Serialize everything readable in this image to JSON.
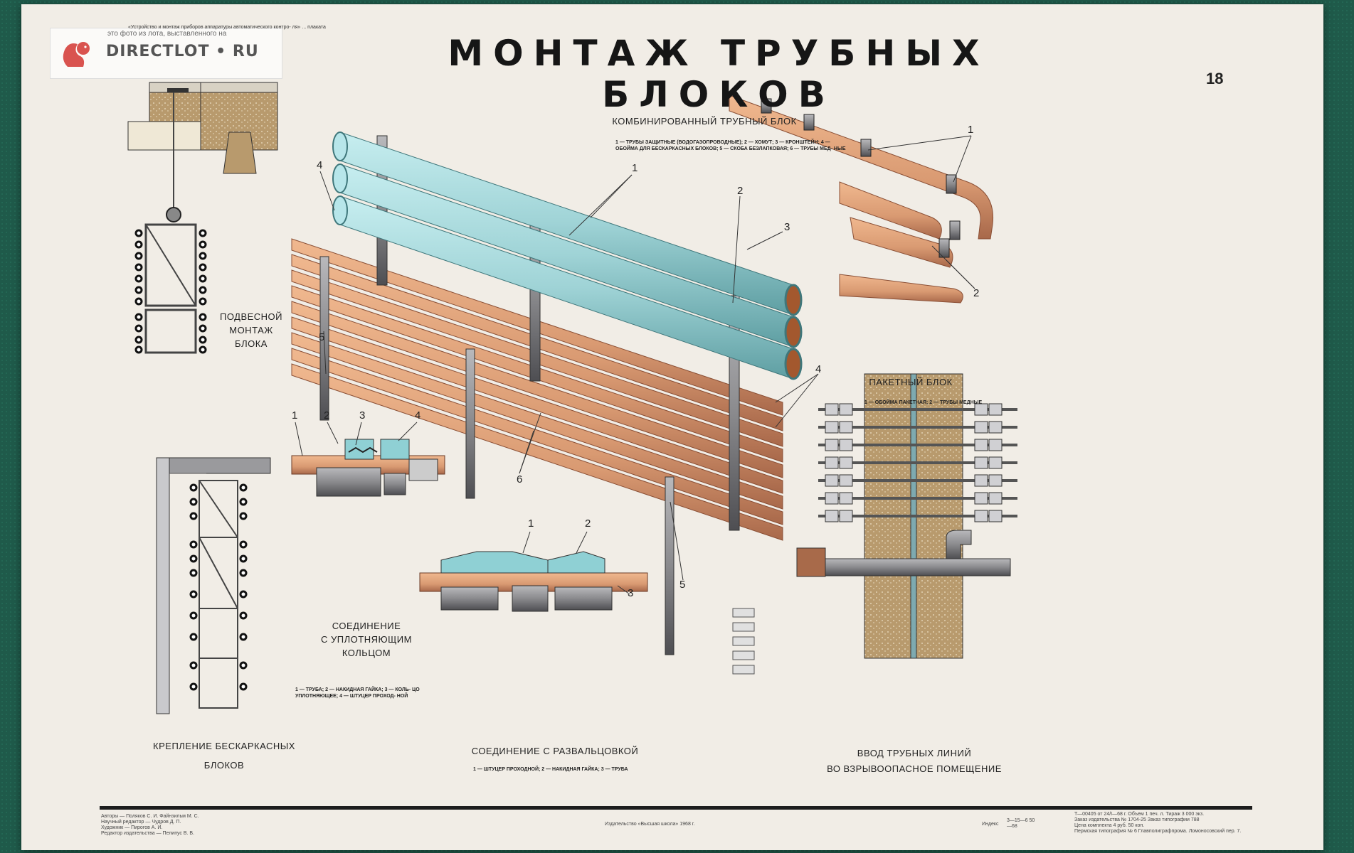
{
  "watermark": {
    "site": "DIRECTLOT • RU",
    "note": "это фото из лота, выставленного на"
  },
  "header_note": "«Устройство и монтаж приборов аппаратуры автоматического контро- ля» ... плаката",
  "title": "МОНТАЖ ТРУБНЫХ БЛОКОВ",
  "page_number": "18",
  "combined_block": {
    "caption": "КОМБИНИРОВАННЫЙ ТРУБНЫЙ БЛОК",
    "legend": "1 — ТРУБЫ ЗАЩИТНЫЕ (ВОДОГАЗОПРОВОДНЫЕ); 2 — ХОМУТ; 3 — КРОНШТЕЙН; 4 — ОБОЙМА ДЛЯ БЕСКАРКАСНЫХ БЛОКОВ; 5 — СКОБА БЕЗЛАПКОВАЯ; 6 — ТРУБЫ МЕД- НЫЕ",
    "callouts": [
      "1",
      "2",
      "3",
      "4",
      "4",
      "5",
      "5",
      "6"
    ]
  },
  "suspended": {
    "caption_lines": [
      "ПОДВЕСНОЙ",
      "МОНТАЖ",
      "БЛОКА"
    ]
  },
  "frameless": {
    "caption_lines": [
      "КРЕПЛЕНИЕ БЕСКАРКАСНЫХ",
      "БЛОКОВ"
    ]
  },
  "seal_joint": {
    "caption_lines": [
      "СОЕДИНЕНИЕ",
      "С УПЛОТНЯЮЩИМ",
      "КОЛЬЦОМ"
    ],
    "legend": "1 — ТРУБА; 2 — НАКИДНАЯ ГАЙКА; 3 — КОЛЬ- ЦО УПЛОТНЯЮЩЕЕ; 4 — ШТУЦЕР ПРОХОД- НОЙ",
    "callouts": [
      "1",
      "2",
      "3",
      "4"
    ]
  },
  "flare_joint": {
    "caption": "СОЕДИНЕНИЕ С РАЗВАЛЬЦОВКОЙ",
    "legend": "1 — ШТУЦЕР ПРОХОДНОЙ; 2 — НАКИДНАЯ ГАЙКА; 3 — ТРУБА",
    "callouts": [
      "1",
      "2",
      "3"
    ]
  },
  "packet_block": {
    "caption": "ПАКЕТНЫЙ БЛОК",
    "legend": "1 — ОБОЙМА ПАКЕТНАЯ; 2 — ТРУБЫ МЕДНЫЕ",
    "callouts": [
      "1",
      "2"
    ]
  },
  "entry": {
    "caption_lines": [
      "ВВОД ТРУБНЫХ ЛИНИЙ",
      "ВО ВЗРЫВООПАСНОЕ ПОМЕЩЕНИЕ"
    ]
  },
  "footer": {
    "credits": [
      "Авторы — Поляков С. И. Файнзильм М. С.",
      "Научный редактор — Чудров Д. П.",
      "Художник — Пирогов А. И.",
      "Редактор издательства — Пелипус В. В."
    ],
    "publisher": "Издательство «Высшая школа» 1968 г.",
    "index_label": "Индекс",
    "index_value": "3—15—6 50—68",
    "print_info": [
      "Т—00405 от 24/I—68 г.   Объем 1 печ. л.   Тираж 3 000 экз.",
      "Заказ издательства № 1704-25   Заказ типографии 788",
      "Цена комплекта 4 руб. 50 коп.",
      "Пермская типография № 6 Главполиграфпрома. Ломоносовский пер. 7."
    ]
  },
  "colors": {
    "blue_pipe": "#9fd3d6",
    "copper": "#d99a72",
    "metal": "#7d7d80",
    "concrete": "#b89a6d"
  }
}
